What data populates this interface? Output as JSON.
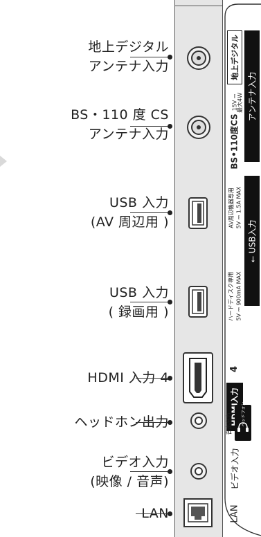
{
  "callouts": [
    {
      "id": "terrestrial",
      "lines": [
        "地上デジタル",
        "アンテナ入力"
      ]
    },
    {
      "id": "bs_cs",
      "lines": [
        "BS・110 度 CS",
        "アンテナ入力"
      ]
    },
    {
      "id": "usb_av",
      "lines": [
        "USB 入力",
        "(AV 周辺用 )"
      ]
    },
    {
      "id": "usb_rec",
      "lines": [
        "USB 入力",
        "( 録画用 )"
      ]
    },
    {
      "id": "hdmi4",
      "lines": [
        "HDMI 入力 4"
      ]
    },
    {
      "id": "headphone",
      "lines": [
        "ヘッドホン出力"
      ]
    },
    {
      "id": "video",
      "lines": [
        "ビデオ入力",
        "(映像 / 音声)"
      ]
    },
    {
      "id": "lan",
      "lines": [
        "LAN"
      ]
    }
  ],
  "labels": {
    "terrestrial_badge": "地上デジタル",
    "antenna_input_1": "アンテナ入力",
    "power_spec_1": "15V ⎓",
    "power_spec_2": "最大4W",
    "bs_cs": "BS•110度CS",
    "usb_av_spec_1": "AV周辺機器専用",
    "usb_av_spec_2": "5V ⎓ 1.5A MAX",
    "usb_av_badge": "⭠ USB入力",
    "usb_rec_spec_1": "ハードディスク専用",
    "usb_rec_spec_2": "5V ⎓ 900mA MAX",
    "hdmi_number": "4",
    "hdmi_badge": "HDMI入力",
    "audio_out": "音声出力",
    "headphone_small": "ヘッドフォン",
    "video_input": "ビデオ入力",
    "lan": "LAN"
  }
}
